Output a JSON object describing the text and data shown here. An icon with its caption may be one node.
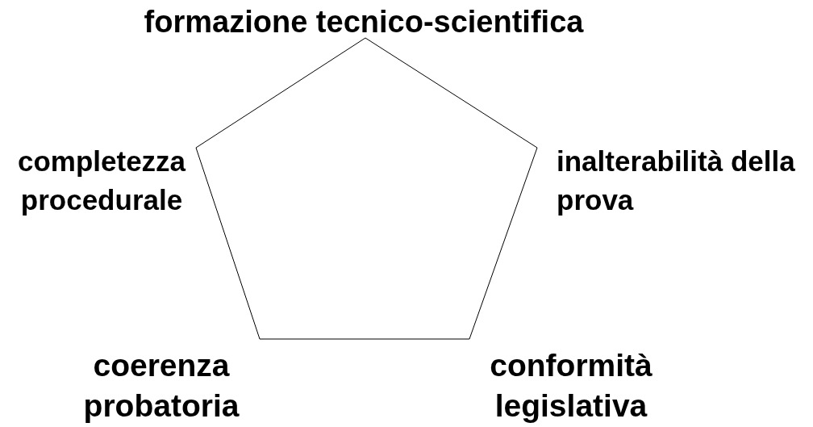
{
  "diagram": {
    "nodes": [
      {
        "text": [],
        "shape": "pentagon"
      }
    ],
    "labels": [
      "formazione tecnico-scientifica",
      "completezza procedurale",
      "inalterabilità della prova",
      "coerenza probatoria",
      "conformità legislativa"
    ]
  }
}
